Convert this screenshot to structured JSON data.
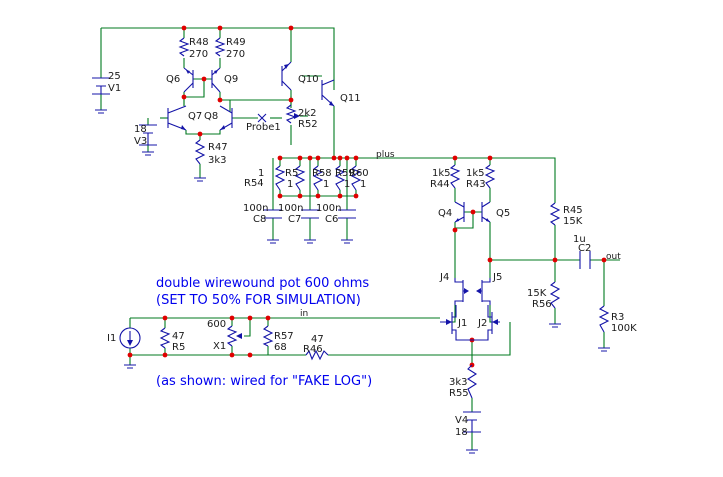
{
  "notes": {
    "line1": "double wirewound pot 600 ohms",
    "line2": "(SET TO 50% FOR SIMULATION)",
    "line3": "(as shown: wired for \"FAKE LOG\")"
  },
  "nets": {
    "plus": "plus",
    "in": "in",
    "out": "out",
    "probe": "Probe1"
  },
  "sources": {
    "V1": {
      "ref": "V1",
      "value": "25"
    },
    "V3": {
      "ref": "V3",
      "value": "18"
    },
    "V4": {
      "ref": "V4",
      "value": "18"
    },
    "I1": {
      "ref": "I1"
    }
  },
  "resistors": {
    "R48": {
      "ref": "R48",
      "value": "270"
    },
    "R49": {
      "ref": "R49",
      "value": "270"
    },
    "R47": {
      "ref": "R47",
      "value": "3k3"
    },
    "R52": {
      "ref": "R52",
      "value": "2k2"
    },
    "R54": {
      "ref": "R54",
      "value": "1"
    },
    "R5x": {
      "ref": "R5",
      "value": "1"
    },
    "R58": {
      "ref": "R58",
      "value": "1"
    },
    "R59": {
      "ref": "R59",
      "value": "1"
    },
    "R60": {
      "ref": "R60",
      "value": "1"
    },
    "R44": {
      "ref": "R44",
      "value": "1k5"
    },
    "R43": {
      "ref": "R43",
      "value": "1k5"
    },
    "R45": {
      "ref": "R45",
      "value": "15K"
    },
    "R56": {
      "ref": "R56",
      "value": "15K"
    },
    "R3": {
      "ref": "R3",
      "value": "100K"
    },
    "R5": {
      "ref": "R5",
      "value": "47"
    },
    "R57": {
      "ref": "R57",
      "value": "68"
    },
    "R46": {
      "ref": "R46",
      "value": "47"
    },
    "R55": {
      "ref": "R55",
      "value": "3k3"
    }
  },
  "capacitors": {
    "C8": {
      "ref": "C8",
      "value": "100n"
    },
    "C7": {
      "ref": "C7",
      "value": "100n"
    },
    "C6": {
      "ref": "C6",
      "value": "100n"
    },
    "C2": {
      "ref": "C2",
      "value": "1u"
    }
  },
  "transistors": {
    "Q6": "Q6",
    "Q9": "Q9",
    "Q10": "Q10",
    "Q11": "Q11",
    "Q7": "Q7",
    "Q8": "Q8",
    "Q4": "Q4",
    "Q5": "Q5",
    "J4": "J4",
    "J5": "J5",
    "J1": "J1",
    "J2": "J2"
  },
  "pot": {
    "ref": "X1",
    "value": "600"
  }
}
